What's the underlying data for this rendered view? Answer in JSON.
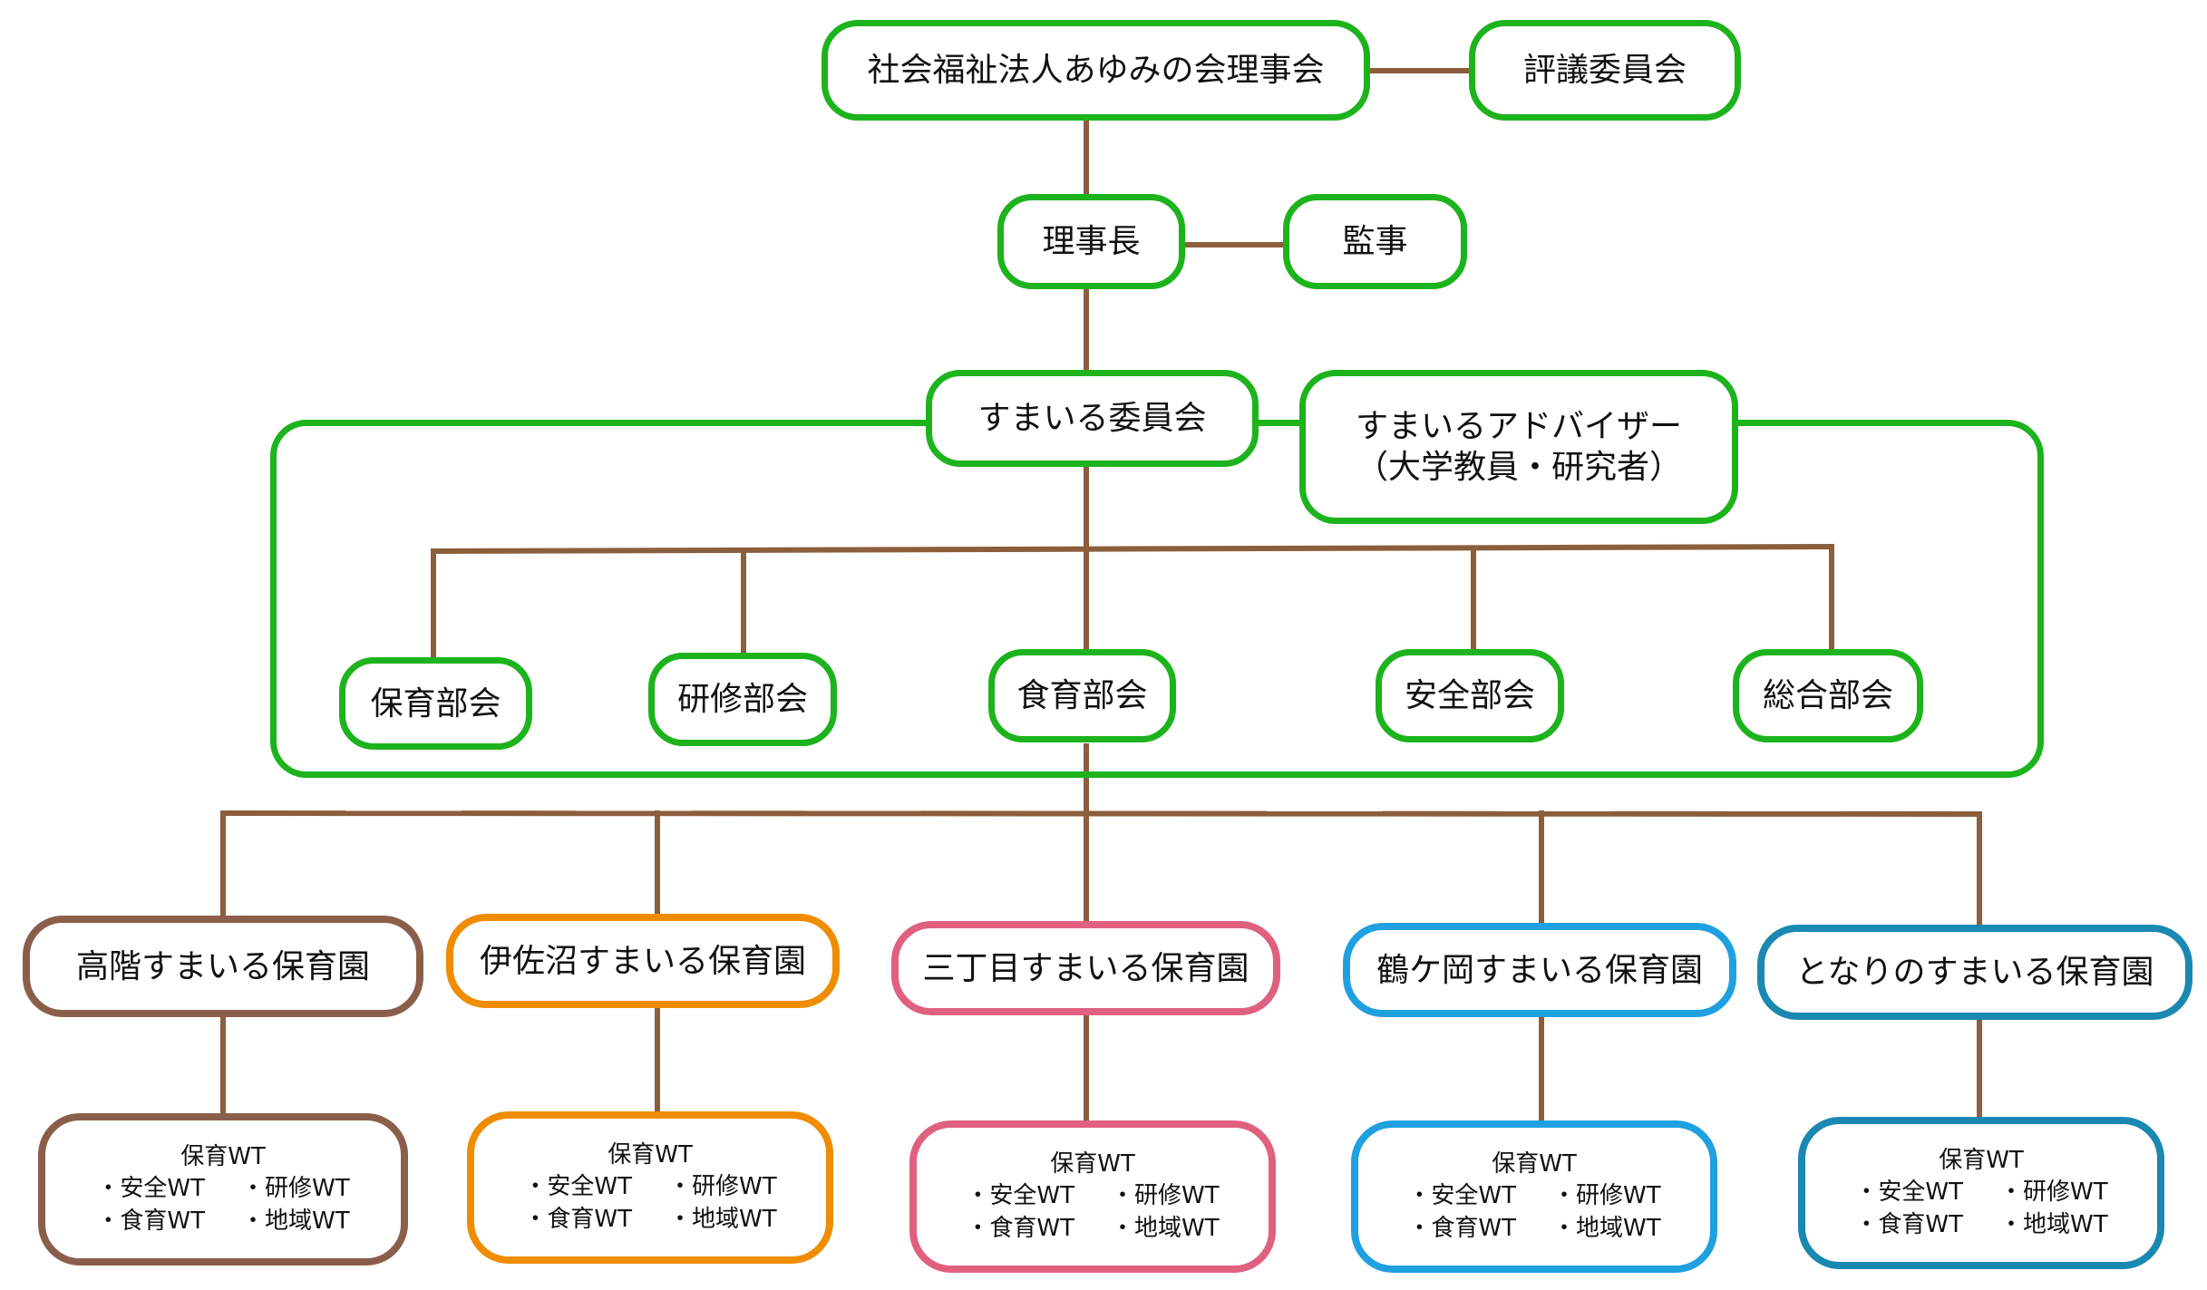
{
  "colors": {
    "green": "#1db31d",
    "connector": "#8b5e3c",
    "brown": "#8b5e4b",
    "orange": "#f08c00",
    "pink": "#e06080",
    "light_blue": "#1fa0e0",
    "teal": "#1a88b0"
  },
  "board": {
    "label": "社会福祉法人あゆみの会理事会"
  },
  "council": {
    "label": "評議委員会"
  },
  "chairman": {
    "label": "理事長"
  },
  "auditor": {
    "label": "監事"
  },
  "committee": {
    "label": "すまいる委員会"
  },
  "advisor": {
    "line1": "すまいるアドバイザー",
    "line2": "（大学教員・研究者）"
  },
  "divisions": [
    "保育部会",
    "研修部会",
    "食育部会",
    "安全部会",
    "総合部会"
  ],
  "nurseries": [
    {
      "name": "高階すまいる保育園",
      "color": "#8b5e4b"
    },
    {
      "name": "伊佐沼すまいる保育園",
      "color": "#f08c00"
    },
    {
      "name": "三丁目すまいる保育園",
      "color": "#e06080"
    },
    {
      "name": "鶴ケ岡すまいる保育園",
      "color": "#1fa0e0"
    },
    {
      "name": "となりのすまいる保育園",
      "color": "#1a88b0"
    }
  ],
  "wt_items": {
    "top": "保育WT",
    "safety": "・安全WT",
    "training": "・研修WT",
    "food": "・食育WT",
    "region": "・地域WT"
  }
}
